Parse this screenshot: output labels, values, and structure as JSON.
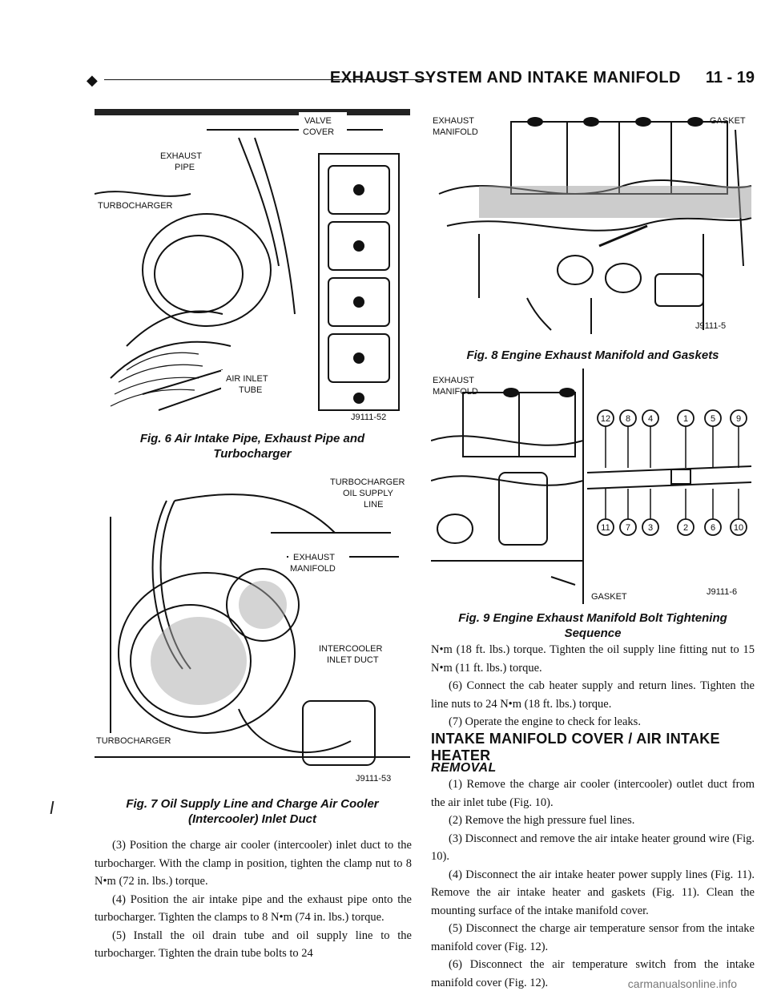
{
  "header": {
    "title": "EXHAUST SYSTEM AND INTAKE MANIFOLD",
    "page": "11 - 19"
  },
  "fig6": {
    "labels": [
      "VALVE",
      "COVER",
      "EXHAUST",
      "PIPE",
      "TURBOCHARGER",
      "AIR INLET",
      "TUBE",
      "J9111-52"
    ],
    "caption_line1": "Fig. 6 Air Intake Pipe, Exhaust Pipe and",
    "caption_line2": "Turbocharger"
  },
  "fig7": {
    "labels": [
      "TURBOCHARGER",
      "OIL SUPPLY",
      "LINE",
      "EXHAUST",
      "MANIFOLD",
      "INTERCOOLER",
      "INLET DUCT",
      "TURBOCHARGER",
      "J9111-53"
    ],
    "caption_line1": "Fig. 7 Oil Supply Line and Charge Air Cooler",
    "caption_line2": "(Intercooler) Inlet Duct"
  },
  "fig8": {
    "labels": [
      "EXHAUST",
      "MANIFOLD",
      "GASKET",
      "J9111-5"
    ],
    "caption": "Fig. 8 Engine Exhaust Manifold and Gaskets"
  },
  "fig9": {
    "labels": [
      "EXHAUST",
      "MANIFOLD",
      "GASKET",
      "J9111-6"
    ],
    "bolts_top": [
      "12",
      "8",
      "4",
      "1",
      "5",
      "9"
    ],
    "bolts_bottom": [
      "11",
      "7",
      "3",
      "2",
      "6",
      "10"
    ],
    "caption_line1": "Fig. 9 Engine Exhaust Manifold Bolt Tightening",
    "caption_line2": "Sequence"
  },
  "left_text": [
    "(3) Position the charge air cooler (intercooler) inlet duct to the turbocharger. With the clamp in position, tighten the clamp nut to 8 N•m (72 in. lbs.) torque.",
    "(4) Position the air intake pipe and the exhaust pipe onto the turbocharger. Tighten the clamps to 8 N•m (74 in. lbs.) torque.",
    "(5) Install the oil drain tube and oil supply line to the turbocharger. Tighten the drain tube bolts to 24"
  ],
  "right_text": [
    "N•m (18 ft. lbs.) torque. Tighten the oil supply line fitting nut to 15 N•m (11 ft. lbs.) torque.",
    "(6) Connect the cab heater supply and return lines. Tighten the line nuts to 24 N•m (18 ft. lbs.) torque.",
    "(7) Operate the engine to check for leaks."
  ],
  "section_title": "INTAKE MANIFOLD COVER / AIR INTAKE HEATER",
  "subsection_title": "REMOVAL",
  "removal_steps": [
    "(1) Remove the charge air cooler (intercooler) outlet duct from the air inlet tube (Fig. 10).",
    "(2) Remove the high pressure fuel lines.",
    "(3) Disconnect and remove the air intake heater ground wire (Fig. 10).",
    "(4) Disconnect the air intake heater power supply lines (Fig. 11). Remove the air intake heater and gaskets (Fig. 11). Clean the mounting surface of the intake manifold cover.",
    "(5) Disconnect the charge air temperature sensor from the intake manifold cover (Fig. 12).",
    "(6) Disconnect the air temperature switch from the intake manifold cover (Fig. 12)."
  ],
  "footer": "carmanualsonline.info"
}
